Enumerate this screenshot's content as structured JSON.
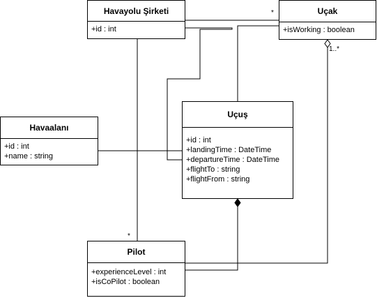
{
  "classes": {
    "havayolu": {
      "title": "Havayolu Şirketi",
      "attributes": [
        "+id : int"
      ]
    },
    "ucak": {
      "title": "Uçak",
      "attributes": [
        "+isWorking : boolean"
      ]
    },
    "havaalani": {
      "title": "Havaalanı",
      "attributes": [
        "+id : int",
        "+name : string"
      ]
    },
    "ucus": {
      "title": "Uçuş",
      "attributes": [
        "+id : int",
        "+landingTime : DateTime",
        "+departureTime : DateTime",
        "+flightTo : string",
        "+flightFrom : string"
      ]
    },
    "pilot": {
      "title": "Pilot",
      "attributes": [
        "+experienceLevel : int",
        "+isCoPilot : boolean"
      ]
    }
  },
  "multiplicities": {
    "ucak_top": "*",
    "ucak_aggregation": "1..*",
    "pilot_top": "*"
  },
  "colors": {
    "line": "#000000",
    "background": "#ffffff"
  }
}
